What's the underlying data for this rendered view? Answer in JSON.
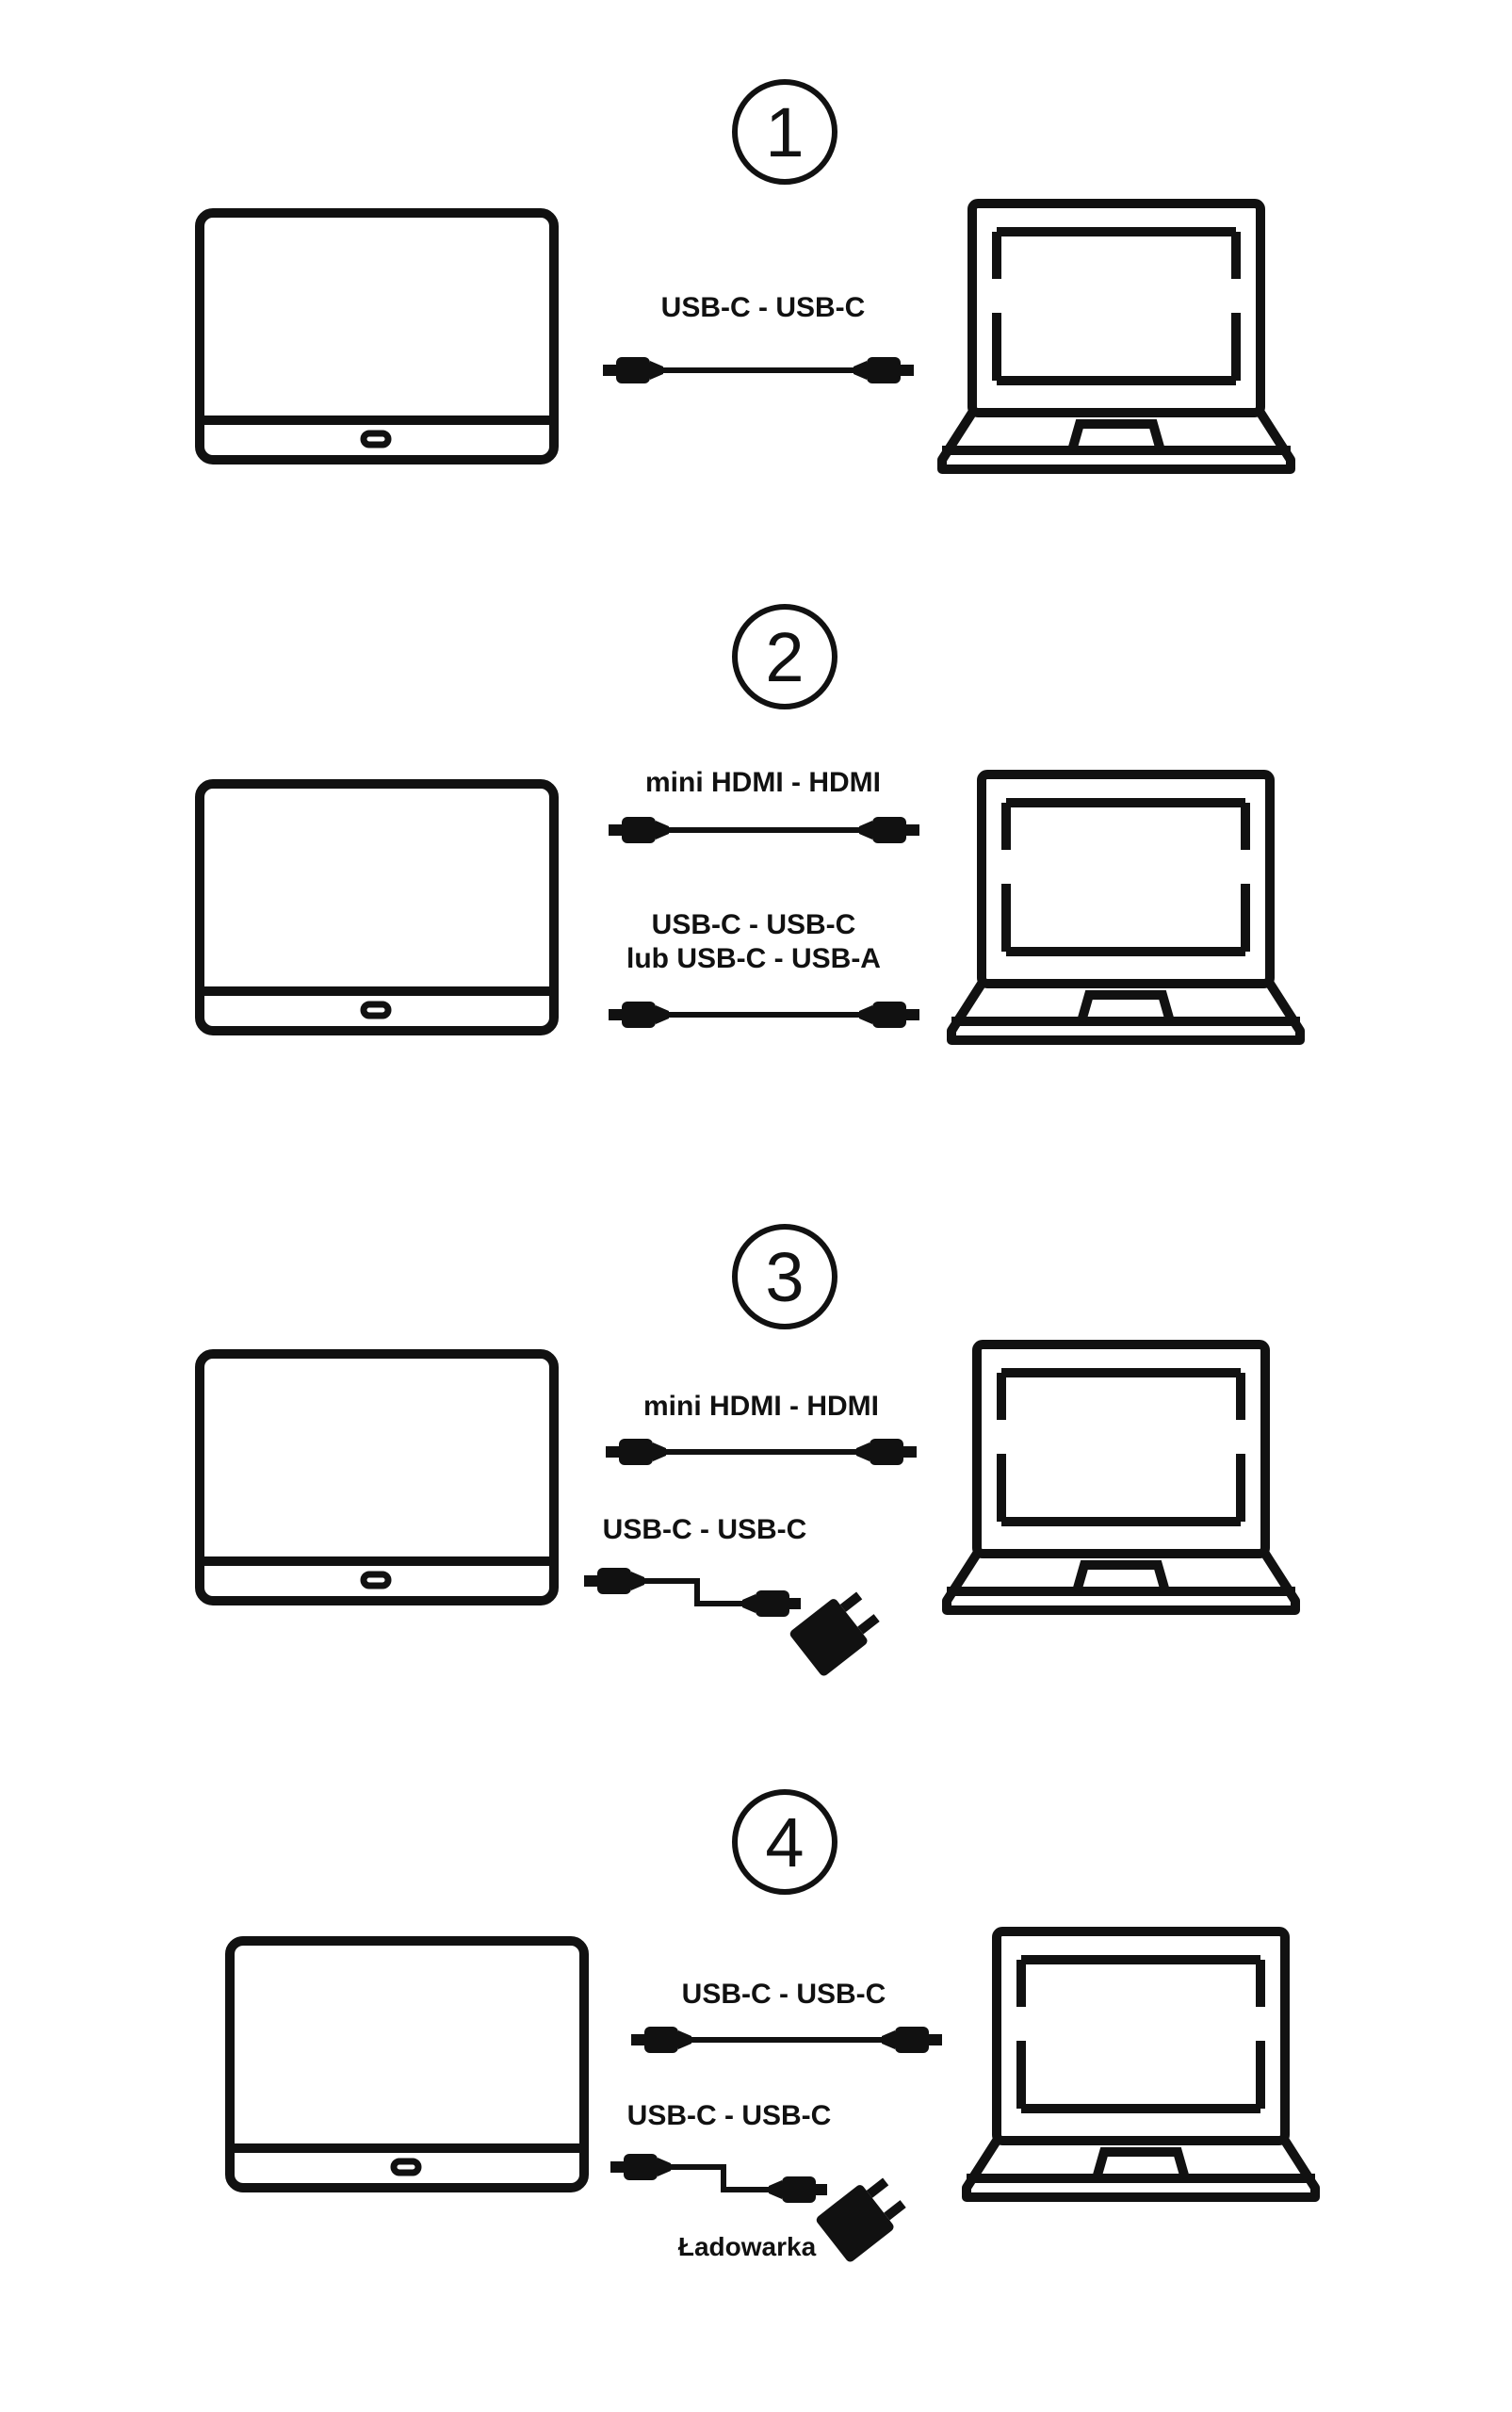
{
  "colors": {
    "stroke": "#111111",
    "background": "#ffffff"
  },
  "steps": [
    {
      "number": "1",
      "cables": [
        "USB-C - USB-C"
      ],
      "extra_line": "",
      "charger_label": ""
    },
    {
      "number": "2",
      "cables": [
        "mini HDMI - HDMI",
        "USB-C - USB-C"
      ],
      "extra_line": "lub USB-C - USB-A",
      "charger_label": ""
    },
    {
      "number": "3",
      "cables": [
        "mini HDMI - HDMI",
        "USB-C - USB-C"
      ],
      "extra_line": "",
      "charger_label": ""
    },
    {
      "number": "4",
      "cables": [
        "USB-C - USB-C",
        "USB-C - USB-C"
      ],
      "extra_line": "",
      "charger_label": "Ładowarka"
    }
  ],
  "icons": {
    "monitor": "portable-monitor-icon",
    "laptop": "laptop-icon",
    "cable": "cable-icon",
    "charger": "power-adapter-icon"
  }
}
